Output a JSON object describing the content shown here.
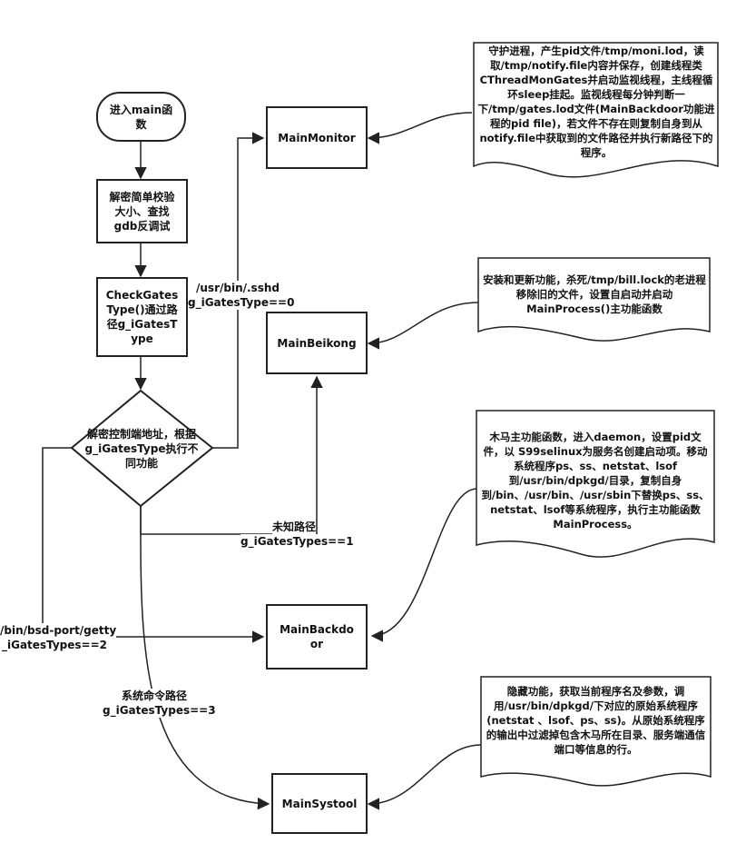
{
  "nodes": {
    "start": "进入main函数",
    "decrypt": "解密简单校验大小、查找gdb反调试",
    "check": "CheckGatesType()通过路径g_iGatesType",
    "decision": "解密控制端地址，根据g_iGatesType执行不同功能",
    "monitor": "MainMonitor",
    "beikong": "MainBeikong",
    "backdoor": "MainBackdoor",
    "systool": "MainSystool"
  },
  "notes": {
    "monitor": "守护进程，产生pid文件/tmp/moni.lod，读取/tmp/notify.file内容并保存，创建线程类CThreadMonGates并启动监视线程，主线程循环sleep挂起。监视线程每分钟判断一下/tmp/gates.lod文件(MainBackdoor功能进程的pid file)，若文件不存在则复制自身到从notify.file中获取到的文件路径并执行新路径下的程序。",
    "beikong": "安装和更新功能，杀死/tmp/bill.lock的老进程移除旧的文件，设置自启动并启动MainProcess()主功能函数",
    "backdoor": "木马主功能函数，进入daemon，设置pid文件，以 S99selinux为服务名创建启动项。移动系统程序ps、ss、netstat、lsof到/usr/bin/dpkgd/目录，复制自身到/bin、/usr/bin、/usr/sbin下替换ps、ss、netstat、lsof等系统程序，执行主功能函数MainProcess。",
    "systool": "隐藏功能，获取当前程序名及参数，调用/usr/bin/dpkgd/下对应的原始系统程序(netstat 、lsof、ps、ss)。从原始系统程序的输出中过滤掉包含木马所在目录、服务端通信端口等信息的行。"
  },
  "edge_labels": {
    "sshd_path": "/usr/bin/.sshd",
    "sshd_type": "g_iGatesType==0",
    "unknown_path": "未知路径",
    "unknown_type": "g_iGatesTypes==1",
    "getty_path": "/bin/bsd-port/getty",
    "getty_type": "_iGatesTypes==2",
    "syscmd_path": "系统命令路径",
    "syscmd_type": "g_iGatesTypes==3"
  }
}
